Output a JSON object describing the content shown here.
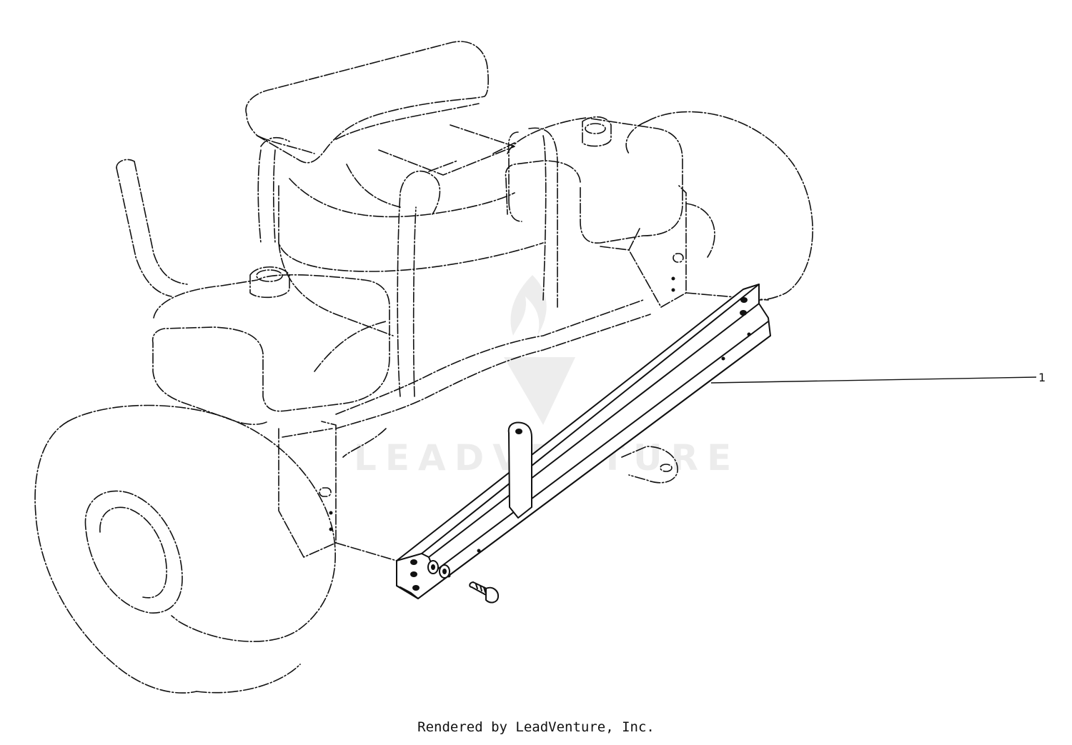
{
  "diagram": {
    "callouts": [
      {
        "id": "1",
        "label": "1"
      }
    ],
    "watermark": {
      "text": "LEADVENTURE",
      "icon": "leadventure-logo-icon"
    }
  },
  "footer": {
    "text": "Rendered by LeadVenture, Inc."
  }
}
